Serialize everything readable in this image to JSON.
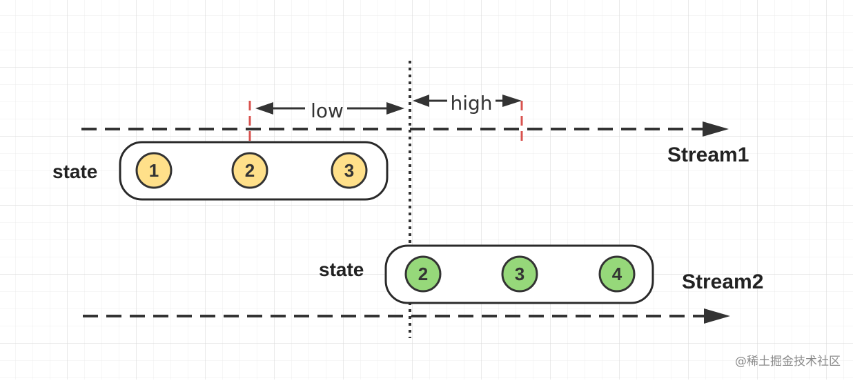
{
  "diagram": {
    "stream1": {
      "label": "Stream1",
      "state_label": "state",
      "nodes": [
        "1",
        "2",
        "3"
      ],
      "fill_color": "#ffe08a"
    },
    "stream2": {
      "label": "Stream2",
      "state_label": "state",
      "nodes": [
        "2",
        "3",
        "4"
      ],
      "fill_color": "#96d87a"
    },
    "bounds": {
      "low_label": "low",
      "high_label": "high",
      "bound_marker_color": "#d9534f"
    }
  },
  "watermark": "@稀土掘金技术社区"
}
